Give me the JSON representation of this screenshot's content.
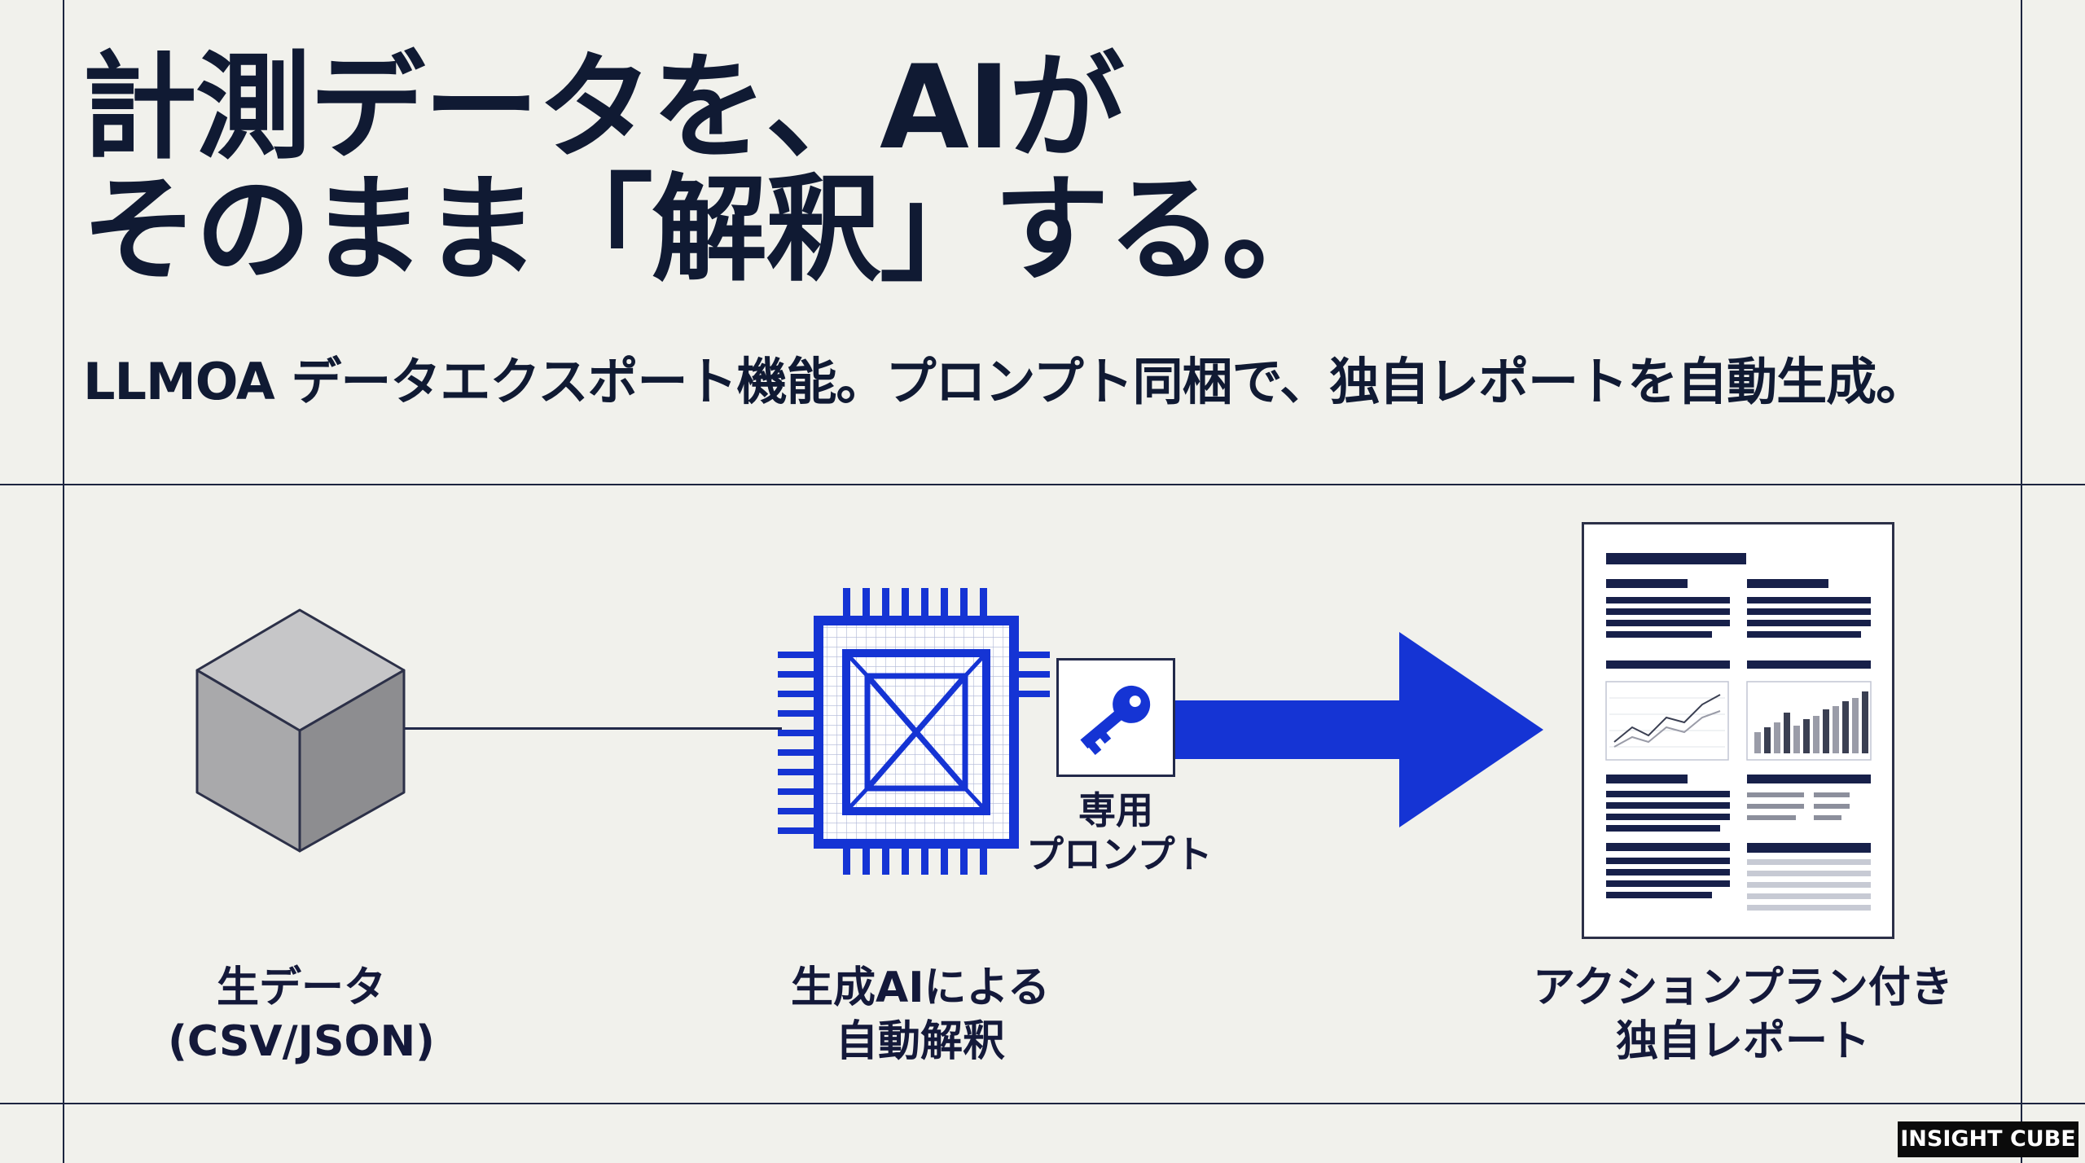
{
  "headline": {
    "line1": "計測データを、AIが",
    "line2": "そのまま「解釈」する。"
  },
  "subheadline": "LLMOA データエクスポート機能。プロンプト同梱で、独自レポートを自動生成。",
  "steps": [
    {
      "line1": "生データ",
      "line2": "(CSV/JSON)",
      "icon": "cube-icon"
    },
    {
      "line1": "生成AIによる",
      "line2": "自動解釈",
      "icon": "ai-chip-icon"
    },
    {
      "line1": "アクションプラン付き",
      "line2": "独自レポート",
      "icon": "report-document-icon"
    }
  ],
  "prompt_label": {
    "line1": "専用",
    "line2": "プロンプト",
    "icon": "key-icon"
  },
  "flow_arrow_icon": "arrow-right-icon",
  "brand": "INSIGHT CUBE",
  "colors": {
    "navy": "#101a33",
    "accent_blue": "#1534d4",
    "background": "#f1f1ec",
    "cube_gray": "#a9a9ab"
  }
}
